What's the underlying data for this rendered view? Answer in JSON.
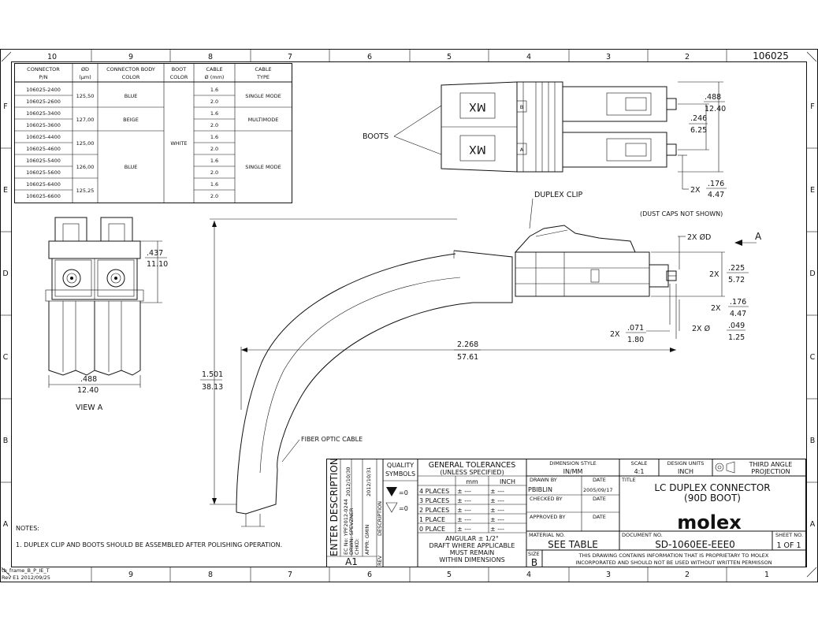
{
  "border": {
    "top_zones": [
      "10",
      "9",
      "8",
      "7",
      "6",
      "5",
      "4",
      "3",
      "2"
    ],
    "bottom_zones": [
      "9",
      "8",
      "7",
      "6",
      "5",
      "4",
      "3",
      "2",
      "1"
    ],
    "side_zones": [
      "F",
      "E",
      "D",
      "C",
      "B",
      "A"
    ],
    "drawing_number": "106025"
  },
  "table": {
    "headers": [
      [
        "CONNECTOR",
        "P/N"
      ],
      [
        "ØD",
        "(µm)"
      ],
      [
        "CONNECTOR BODY",
        "COLOR"
      ],
      [
        "BOOT",
        "COLOR"
      ],
      [
        "CABLE",
        "Ø (mm)"
      ],
      [
        "CABLE",
        "TYPE"
      ]
    ],
    "part_numbers": [
      "106025-2400",
      "106025-2600",
      "106025-3400",
      "106025-3600",
      "106025-4400",
      "106025-4600",
      "106025-5400",
      "106025-5600",
      "106025-6400",
      "106025-6600"
    ],
    "cable_dia": [
      "1.6",
      "2.0",
      "1.6",
      "2.0",
      "1.6",
      "2.0",
      "1.6",
      "2.0",
      "1.6",
      "2.0"
    ],
    "od_groups": [
      "125,50",
      "127,00",
      "125,00",
      "126,00",
      "125,25"
    ],
    "body_colors": [
      "BLUE",
      "BEIGE",
      "BLUE"
    ],
    "boot_color": "WHITE",
    "cable_types": [
      "SINGLE MODE",
      "MULTIMODE",
      "SINGLE MODE"
    ]
  },
  "labels": {
    "boots": "BOOTS",
    "duplex_clip": "DUPLEX CLIP",
    "dust_caps": "(DUST CAPS NOT SHOWN)",
    "view_a": "VIEW A",
    "fiber_optic_cable": "FIBER OPTIC CABLE",
    "arrow_a": "A",
    "letter_b": "B",
    "letter_a": "A",
    "mx": "MX"
  },
  "dimensions": {
    "d1_in": ".488",
    "d1_mm": "12.40",
    "d2_in": ".246",
    "d2_mm": "6.25",
    "d3_pre": "2X",
    "d3_in": ".176",
    "d3_mm": "4.47",
    "d4": "2X ØD",
    "d5_pre": "2X",
    "d5_in": ".225",
    "d5_mm": "5.72",
    "d6_pre": "2X",
    "d6_in": ".176",
    "d6_mm": "4.47",
    "d7_pre": "2X",
    "d7_in": ".071",
    "d7_mm": "1.80",
    "d8_pre": "2X Ø",
    "d8_in": ".049",
    "d8_mm": "1.25",
    "d9_in": "2.268",
    "d9_mm": "57.61",
    "d10_in": "1.501",
    "d10_mm": "38.13",
    "d11_in": ".437",
    "d11_mm": "11.10",
    "d12_in": ".488",
    "d12_mm": "12.40"
  },
  "notes": {
    "heading": "NOTES:",
    "items": [
      "1. DUPLEX CLIP AND BOOTS SHOULD BE ASSEMBLED AFTER POLISHING OPERATION."
    ]
  },
  "titleblock": {
    "enter_description": "ENTER DESCRIPTION",
    "ec_no": "EC No: YPF2012-0244",
    "drwn": "DRWN: SPEVZNER",
    "chkd": "CHKD:",
    "apprd": "APPR: GMIN",
    "date1": "2012/10/30",
    "date2": "2012/10/31",
    "rev_box": "A1",
    "rev_label": "REV",
    "description_label": "DESCRIPTION",
    "quality": "QUALITY",
    "symbols": "SYMBOLS",
    "sym1": "=0",
    "sym2": "=0",
    "gen_tol": "GENERAL TOLERANCES",
    "unless": "(UNLESS SPECIFIED)",
    "mm_hdr": "mm",
    "inch_hdr": "INCH",
    "places": [
      "4 PLACES",
      "3 PLACES",
      "2 PLACES",
      "1 PLACE",
      "0 PLACE"
    ],
    "tol_val": "± ---",
    "angular": "ANGULAR ± 1/2°",
    "draft": "DRAFT WHERE APPLICABLE",
    "must": "MUST REMAIN",
    "within": "WITHIN DIMENSIONS",
    "dim_style": "DIMENSION STYLE",
    "dim_style_val": "IN/MM",
    "scale": "SCALE",
    "scale_val": "4:1",
    "design_units": "DESIGN UNITS",
    "design_units_val": "INCH",
    "third_angle": "THIRD ANGLE",
    "projection": "PROJECTION",
    "drawn_by": "DRAWN BY",
    "drawn_by_val": "PBIBLIN",
    "date_lbl": "DATE",
    "date_val": "2005/09/17",
    "checked_by": "CHECKED BY",
    "approved_by": "APPROVED BY",
    "title_lbl": "TITLE",
    "title1": "LC DUPLEX CONNECTOR",
    "title2": "(90D BOOT)",
    "brand": "molex",
    "material_no": "MATERIAL NO.",
    "material_val": "SEE TABLE",
    "document_no": "DOCUMENT NO.",
    "document_val": "SD-1060EE-EEE0",
    "sheet_no": "SHEET NO.",
    "sheet_val": "1 OF 1",
    "size": "SIZE",
    "size_val": "B",
    "proprietary1": "THIS DRAWING CONTAINS INFORMATION THAT IS PROPRIETARY TO MOLEX",
    "proprietary2": "INCORPORATED AND SHOULD NOT BE USED WITHOUT WRITTEN PERMISSON"
  },
  "footer": {
    "frame": "tb_frame_B_P_IE_T",
    "rev": "Rev E1 2012/09/25"
  }
}
